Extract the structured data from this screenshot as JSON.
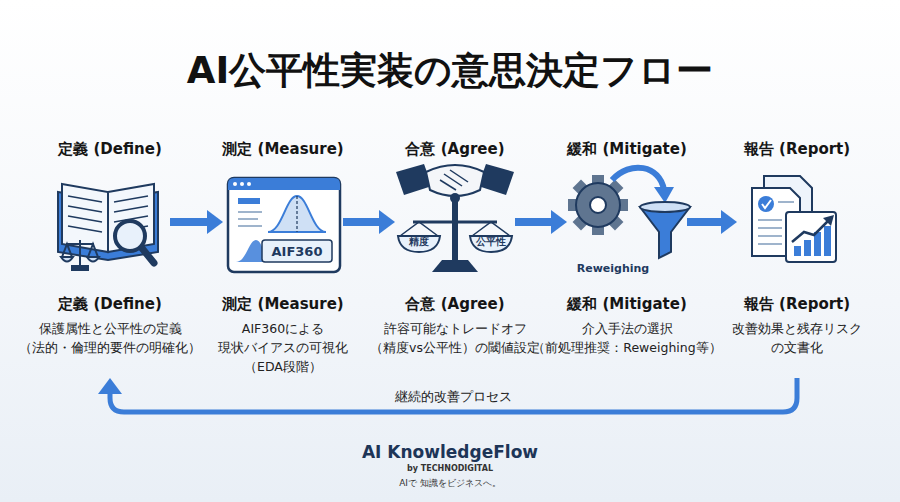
{
  "diagram": {
    "title": "AI公平性実装の意思決定フロー",
    "nodes": [
      {
        "text": [
          "定義 (Define)",
          "定義 (Define)",
          "保護属性と公平性の定義 （法的・倫理的要件の明確化）"
        ]
      },
      {
        "text": [
          "測定 (Measure)",
          "測定 (Measure)",
          "AIF360による 現状バイアスの可視化 （EDA段階）"
        ]
      },
      {
        "text": [
          "合意 (Agree)",
          "合意 (Agree)",
          "許容可能なトレードオフ （精度vs公平性）の閾値設定"
        ]
      },
      {
        "text": [
          "緩和 (Mitigate)",
          "緩和 (Mitigate)",
          "介入手法の選択 （前処理推奨：Reweighing等）"
        ]
      },
      {
        "text": [
          "報告 (Report)",
          "報告 (Report)",
          "改善効果と残存リスク の文書化"
        ]
      }
    ],
    "edges": [
      {
        "from": 0,
        "to": 1,
        "arrow": "to"
      },
      {
        "from": 1,
        "to": 2,
        "arrow": "to"
      },
      {
        "from": 2,
        "to": 3,
        "arrow": "to"
      },
      {
        "from": 3,
        "to": 4,
        "arrow": "to"
      },
      {
        "from": 4,
        "to": 0,
        "label": "継続的改善プロセス",
        "arrow": "to"
      }
    ],
    "labels": [
      "AIF360",
      "精度",
      "公平性",
      "Reweighing",
      "AI KnowledgeFlow",
      "by TECHNODIGITAL",
      "AIで 知識をビジネスへ。"
    ]
  }
}
